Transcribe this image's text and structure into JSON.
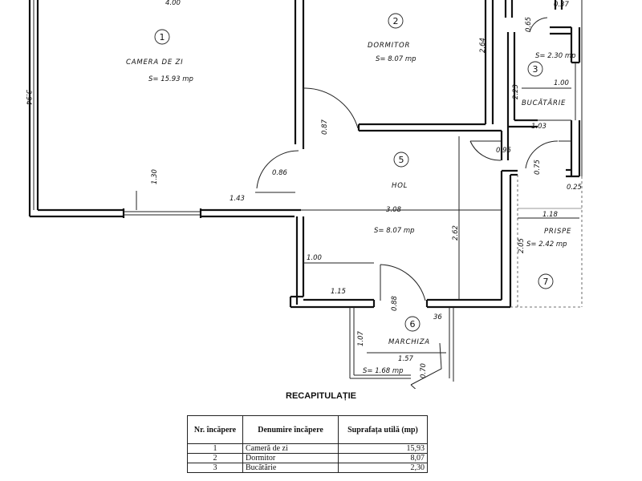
{
  "plan": {
    "rooms": [
      {
        "num": "1",
        "name": "CAMERA DE ZI",
        "area": "S= 15.93 mp"
      },
      {
        "num": "2",
        "name": "DORMITOR",
        "area": "S= 8.07 mp"
      },
      {
        "num": "3",
        "name": "BUCĂTĂRIE",
        "area": "S= 2.30 mp"
      },
      {
        "num": "5",
        "name": "HOL",
        "area": "S= 8.07 mp"
      },
      {
        "num": "6",
        "name": "MARCHIZA",
        "area": "S= 1.68 mp"
      },
      {
        "num": "7",
        "name": "PRISPE",
        "area": "S= 2.42 mp"
      }
    ],
    "dims": {
      "d394": "3.94",
      "d264": "2.64",
      "d130": "1.30",
      "d087": "0.87",
      "d086": "0.86",
      "d143": "1.43",
      "d308": "3.08",
      "d262": "2.62",
      "d100a": "1.00",
      "d115": "1.15",
      "d088": "0.88",
      "d36": "36",
      "d107": "1.07",
      "d157": "1.57",
      "d070": "0.70",
      "d065": "0.65",
      "d037": "0.37",
      "d223": "2.23",
      "d100b": "1.00",
      "d103": "1.03",
      "d095": "0.95",
      "d075": "0.75",
      "d025": "0.25",
      "d118": "1.18",
      "d205": "2.05",
      "d400": "4.00"
    }
  },
  "recap": {
    "title": "RECAPITULAȚIE",
    "headers": [
      "Nr. încăpere",
      "Denumire încăpere",
      "Suprafața utilă (mp)"
    ],
    "rows": [
      [
        "1",
        "Cameră de zi",
        "15,93"
      ],
      [
        "2",
        "Dormitor",
        "8,07"
      ],
      [
        "3",
        "Bucătărie",
        "2,30"
      ]
    ]
  }
}
